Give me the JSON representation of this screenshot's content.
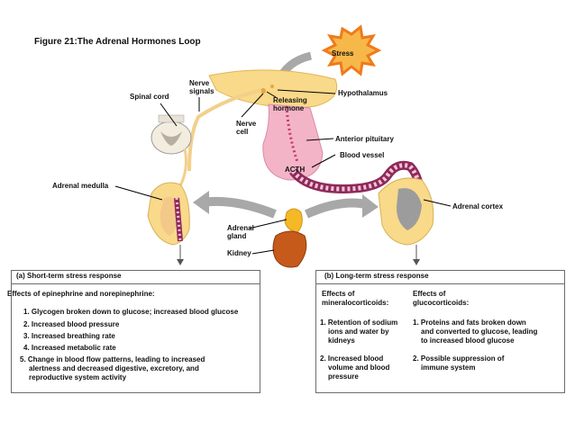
{
  "title": "Figure 21:The Adrenal Hormones Loop",
  "labels": {
    "stress": "Stress",
    "nerve_signals": [
      "Nerve",
      "signals"
    ],
    "spinal_cord": "Spinal cord",
    "hypothalamus": "Hypothalamus",
    "releasing_hormone": [
      "Releasing",
      "hormone"
    ],
    "nerve_cell": [
      "Nerve",
      "cell"
    ],
    "anterior_pituitary": "Anterior pituitary",
    "blood_vessel": "Blood vessel",
    "acth": "ACTH",
    "adrenal_medulla": "Adrenal medulla",
    "adrenal_cortex": "Adrenal cortex",
    "adrenal_gland": [
      "Adrenal",
      "gland"
    ],
    "kidney": "Kidney"
  },
  "short_term": {
    "title": "(a) Short-term stress response",
    "heading": "Effects of epinephrine and norepinephrine:",
    "items": [
      "1. Glycogen broken down to glucose; increased blood glucose",
      "2. Increased blood pressure",
      "3. Increased breathing rate",
      "4. Increased metabolic rate",
      "5. Change in blood flow patterns, leading to increased",
      "alertness and decreased digestive, excretory, and",
      "reproductive system activity"
    ]
  },
  "long_term": {
    "title": "(b) Long-term stress response",
    "col1_heading": [
      "Effects of",
      "mineralocorticoids:"
    ],
    "col2_heading": [
      "Effects of",
      "glucocorticoids:"
    ],
    "col1_items": [
      [
        "1. Retention of sodium",
        "ions and water by",
        "kidneys"
      ],
      [
        "2. Increased blood",
        "volume and blood",
        "pressure"
      ]
    ],
    "col2_items": [
      [
        "1. Proteins and fats broken down",
        "and converted to glucose, leading",
        "to increased blood glucose"
      ],
      [
        "2. Possible suppression of",
        "immune system"
      ]
    ]
  },
  "colors": {
    "stress_burst": "#f07a1a",
    "stress_fill": "#f7b84a",
    "tissue_yellow": "#f9d98a",
    "pituitary_pink": "#f4b4c8",
    "vessel_purple": "#8e2a5a",
    "arrow_gray": "#a8a8a8",
    "kidney_orange": "#c65a1a"
  }
}
